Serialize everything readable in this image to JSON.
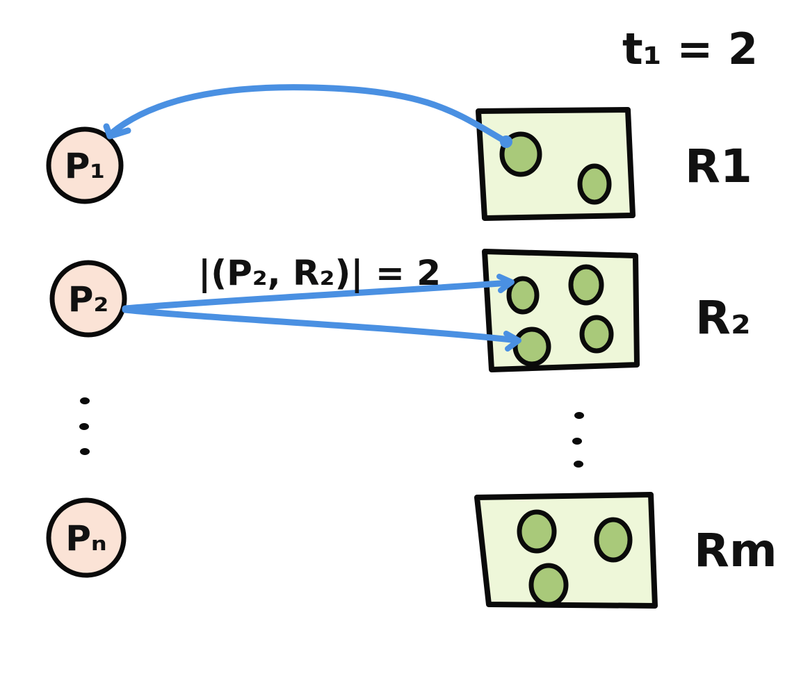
{
  "labels": {
    "threshold": "t₁ = 2",
    "edge_count": "|(P₂, R₂)| = 2",
    "process_1": "P₁",
    "process_2": "P₂",
    "process_n": "Pₙ",
    "resource_1": "R1",
    "resource_2": "R₂",
    "resource_m": "Rm"
  },
  "resources": [
    {
      "name": "R1",
      "instances": 2
    },
    {
      "name": "R₂",
      "instances": 4
    },
    {
      "name": "Rm",
      "instances": 3
    }
  ],
  "colors": {
    "process_fill": "#fbe3d6",
    "resource_fill": "#eef7d9",
    "instance_fill": "#a9c97a",
    "arrow": "#4a90e2",
    "ink": "#0a0a0a"
  }
}
